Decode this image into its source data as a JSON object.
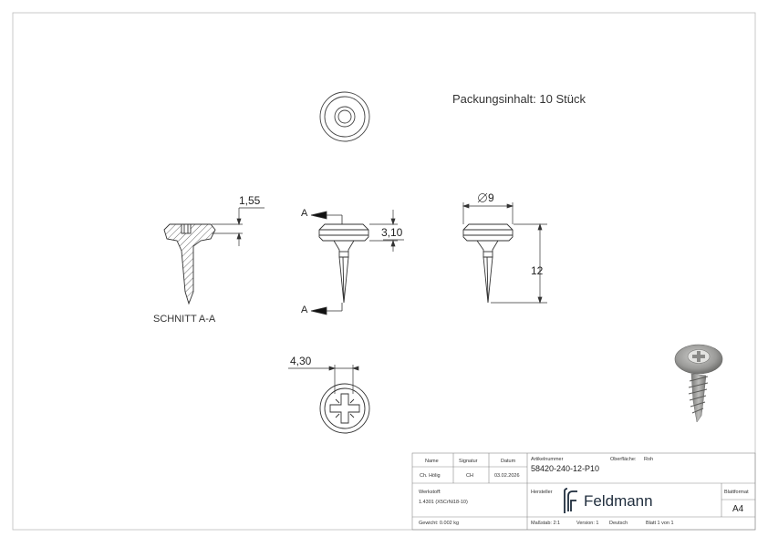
{
  "drawing": {
    "packaging_note": "Packungsinhalt: 10 Stück",
    "section_label": "SCHNITT A-A",
    "section_marker": "A",
    "dimensions": {
      "d155": "1,55",
      "d310": "3,10",
      "d9": "9",
      "d12": "12",
      "d430": "4,30"
    }
  },
  "title_block": {
    "headers": {
      "name": "Name",
      "signatur": "Signatur",
      "datum": "Datum"
    },
    "row": {
      "name": "Ch. Hölig",
      "signatur": "CH",
      "datum": "03.02.2026"
    },
    "artikelnummer_label": "Artikelnummer",
    "artikelnummer": "58420-240-12-P10",
    "oberflaeche_label": "Oberfläche:",
    "oberflaeche": "Roh",
    "werkstoff_label": "Werkstoff:",
    "werkstoff": "1.4301 (X5CrNi18-10)",
    "hersteller_label": "Hersteller",
    "brand": "Feldmann",
    "blattformat_label": "Blattformat",
    "blattformat": "A4",
    "gewicht": "Gewicht: 0.002 kg",
    "massstab": "Maßstab: 2:1",
    "version": "Version: 1",
    "sprache": "Deutsch",
    "blatt": "Blatt 1 von 1"
  },
  "colors": {
    "line": "#2a2a2a",
    "hatch": "#444444",
    "photo_metal": "#9a9a98"
  }
}
